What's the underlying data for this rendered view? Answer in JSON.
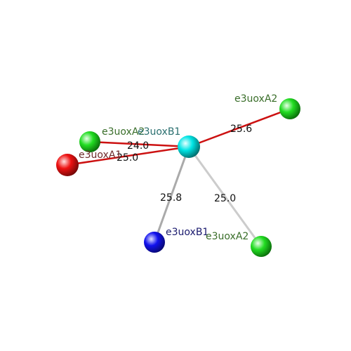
{
  "nodes": [
    {
      "id": "hub",
      "label": "e3uoxB1",
      "color": "#00e5e5",
      "label_color": "#2a6f6f"
    },
    {
      "id": "a2_left",
      "label": "e3uoxA2",
      "color": "#22dd22",
      "label_color": "#3a6e2a"
    },
    {
      "id": "a1",
      "label": "e3uoxA1",
      "color": "#ee1111",
      "label_color": "#6e2a2a"
    },
    {
      "id": "a2_right",
      "label": "e3uoxA2",
      "color": "#22dd22",
      "label_color": "#3a6e2a"
    },
    {
      "id": "b1",
      "label": "e3uoxB1",
      "color": "#1111ee",
      "label_color": "#1a1a6e"
    },
    {
      "id": "a2_bottom",
      "label": "e3uoxA2",
      "color": "#22dd22",
      "label_color": "#3a6e2a"
    }
  ],
  "edges": [
    {
      "from": "hub",
      "to": "a2_left",
      "distance": "24.0",
      "color": "#cc1111"
    },
    {
      "from": "hub",
      "to": "a1",
      "distance": "25.0",
      "color": "#cc1111"
    },
    {
      "from": "hub",
      "to": "a2_right",
      "distance": "25.6",
      "color": "#cc1111"
    },
    {
      "from": "hub",
      "to": "b1",
      "distance": "25.8",
      "color": "#aaaaaa"
    },
    {
      "from": "hub",
      "to": "a2_bottom",
      "distance": "25.0",
      "color": "#cccccc"
    }
  ]
}
